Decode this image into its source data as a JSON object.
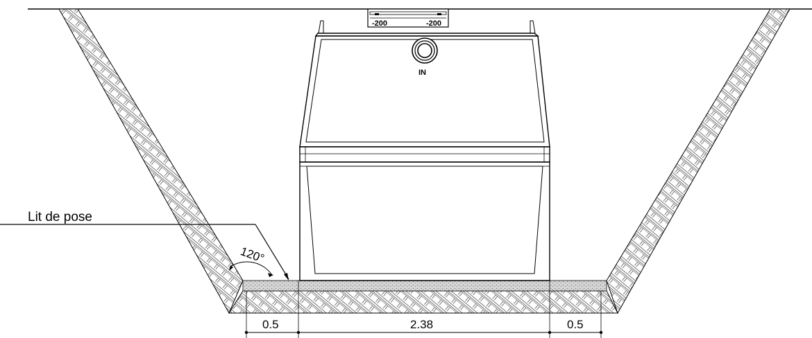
{
  "callout": {
    "label": "Lit de pose"
  },
  "angle": {
    "value": "120°"
  },
  "tank": {
    "inlet_label": "IN",
    "collar_left": "-200",
    "collar_right": "-200"
  },
  "dimensions": {
    "left_margin": "0.5",
    "tank_width": "2.38",
    "right_margin": "0.5"
  },
  "colors": {
    "line": "#000000",
    "hatch": "#555555",
    "gravel": "#9a9a9a",
    "background": "#ffffff"
  }
}
